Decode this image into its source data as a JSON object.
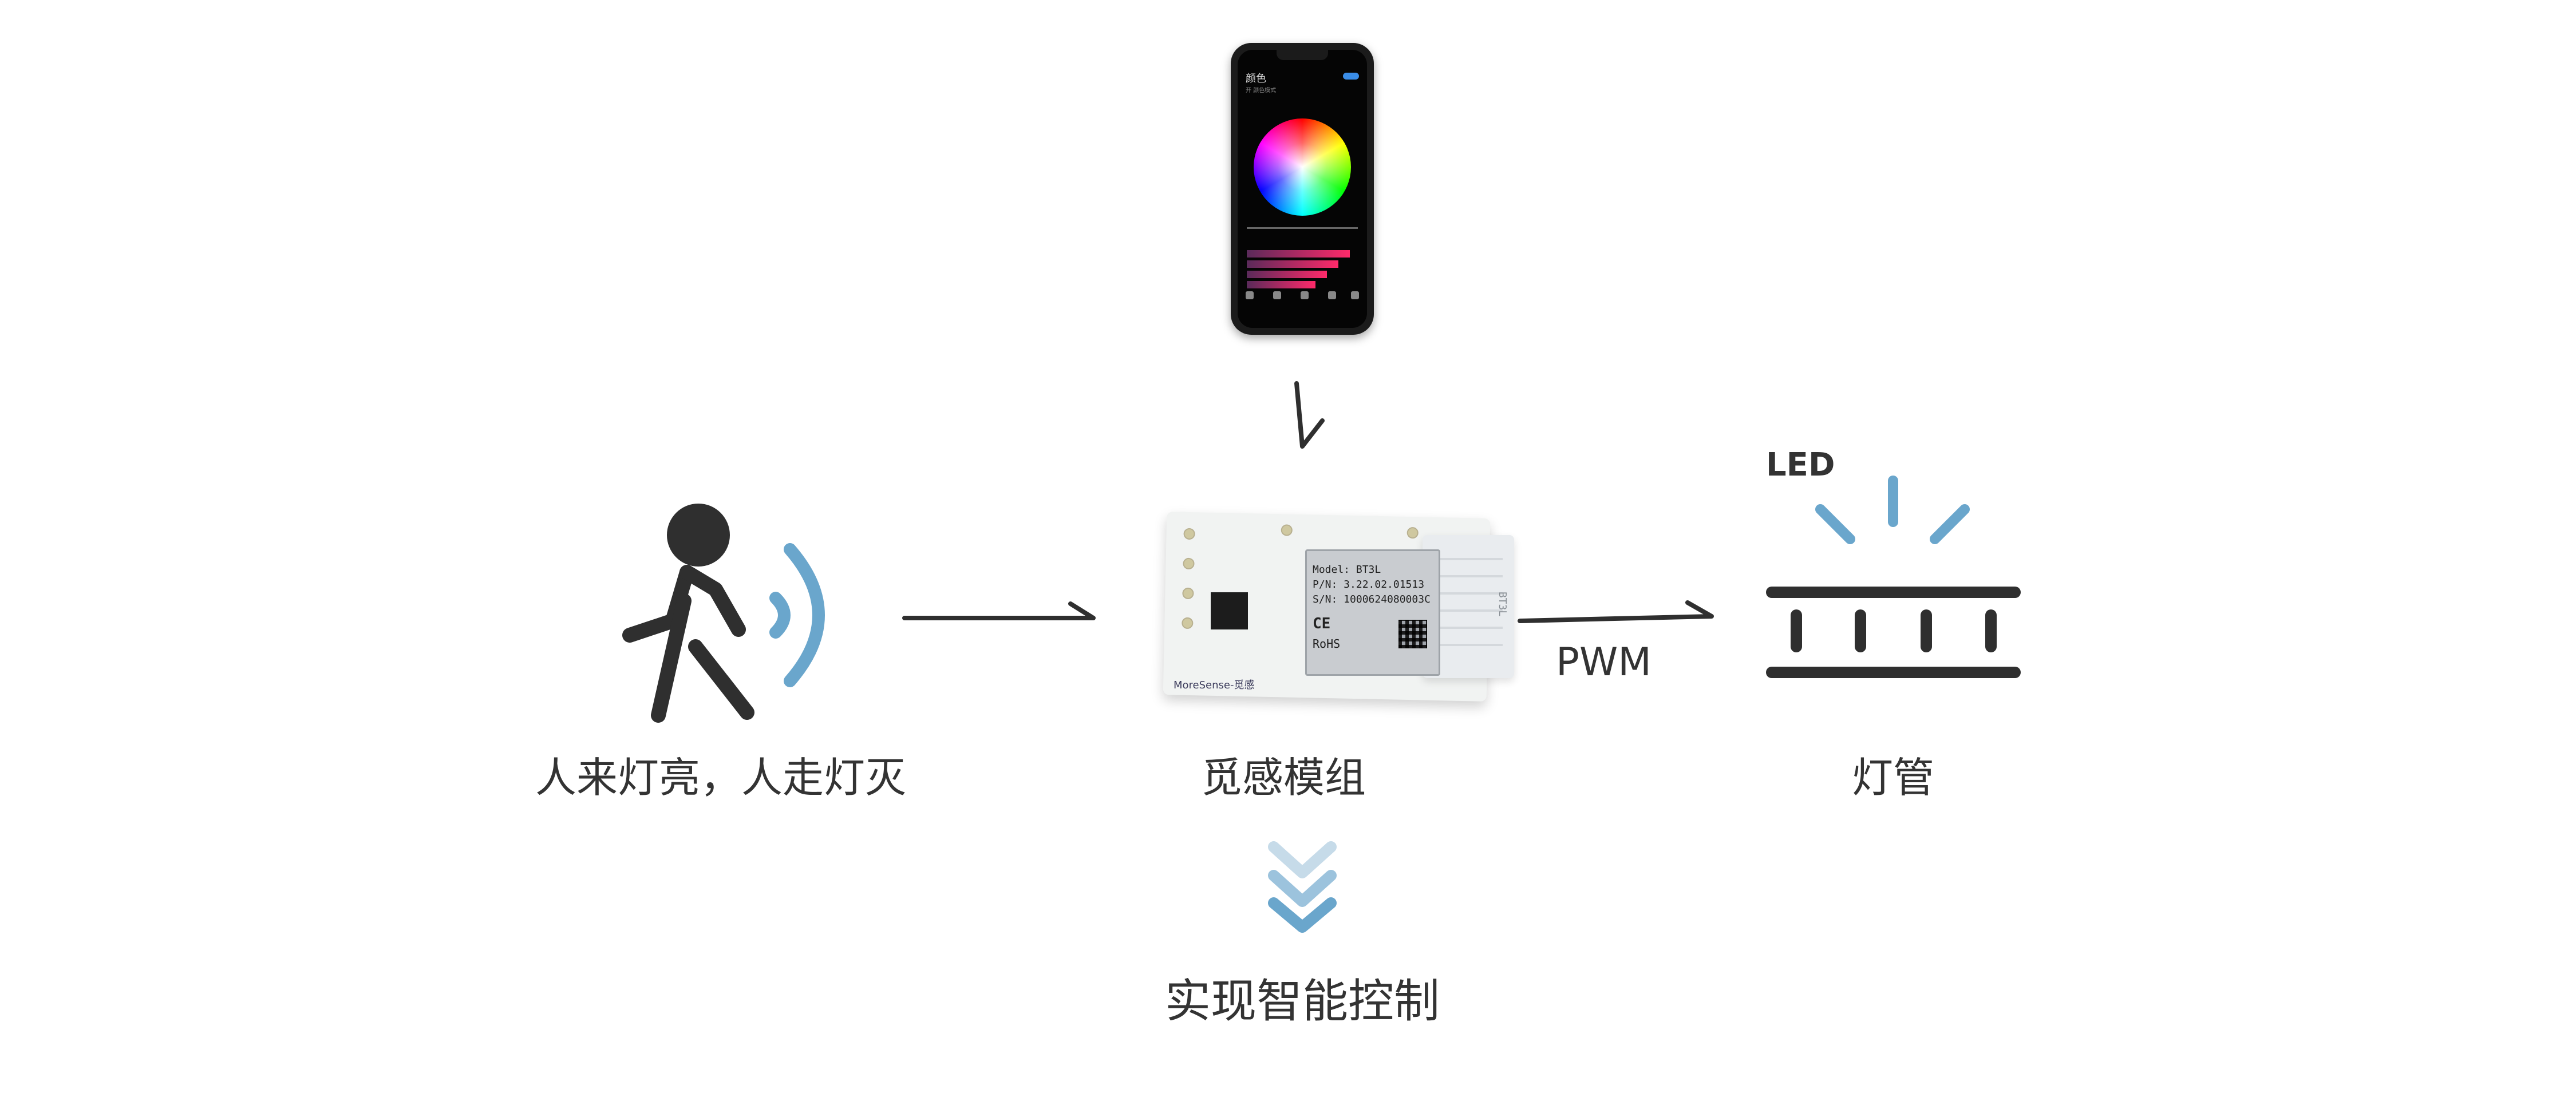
{
  "labels": {
    "sensor": "人来灯亮，人走灯灭",
    "module": "觅感模组",
    "lamp": "灯管",
    "pwm": "PWM",
    "led": "LED",
    "result": "实现智能控制"
  },
  "phone": {
    "screen_title": "颜色",
    "screen_subtitle": "开 颜色模式"
  },
  "module_board": {
    "model": "Model: BT3L",
    "pn": "P/N: 3.22.02.01513",
    "sn": "S/N: 1000624080003C",
    "ce": "CE",
    "rohs": "RoHS",
    "brand": "MoreSense-觅感",
    "side_label": "BT3L"
  },
  "colors": {
    "accent_blue": "#6aa6cc",
    "chevron_light": "#c6dbe9",
    "chevron_dark": "#6aa6cc",
    "stroke": "#2f2f2f"
  }
}
